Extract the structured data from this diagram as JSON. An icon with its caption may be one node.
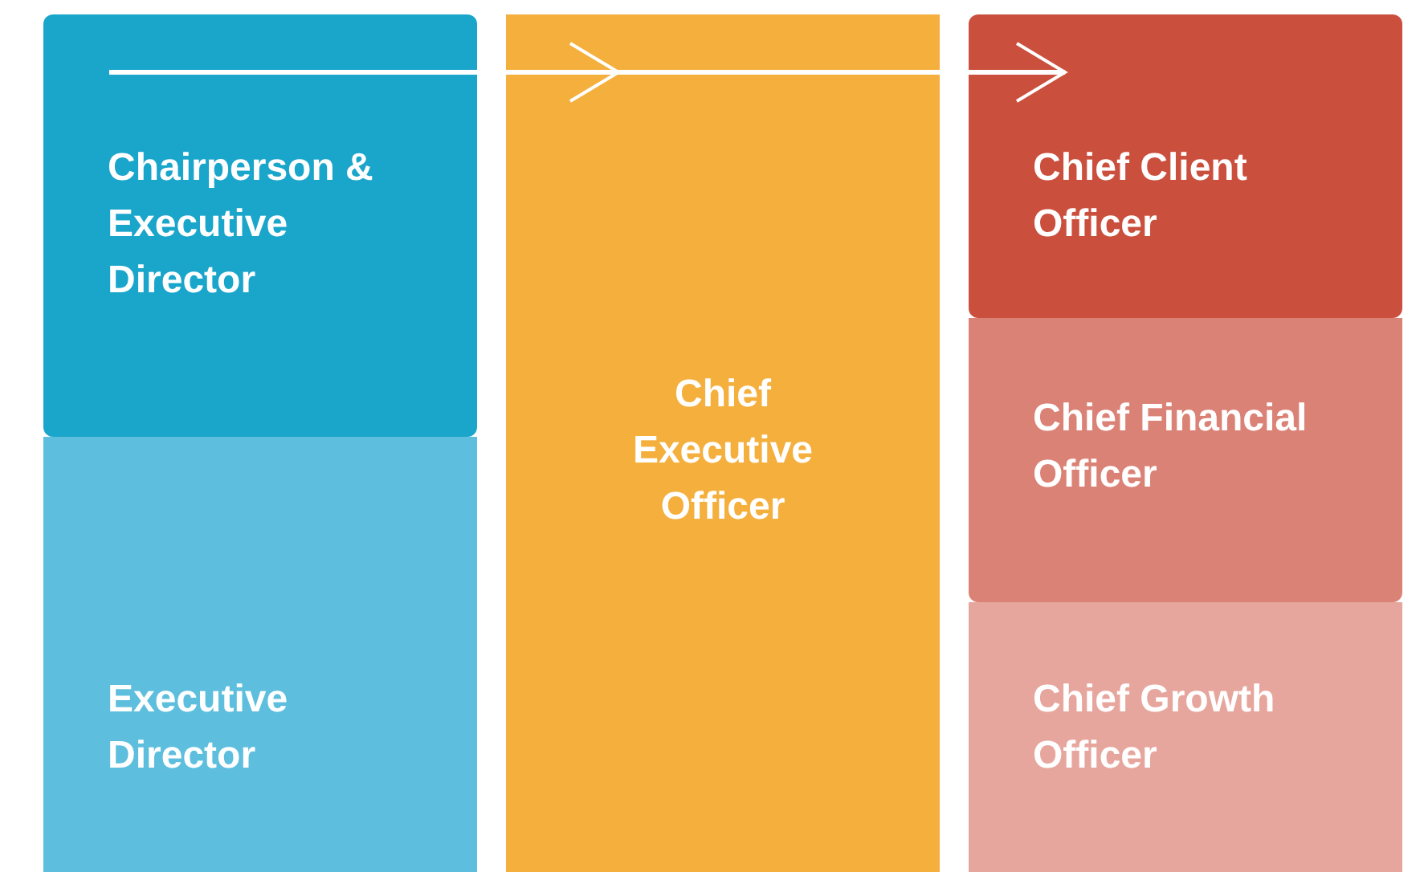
{
  "diagram": {
    "nodes": [
      {
        "text": [
          "Chairperson & Executive Director"
        ]
      },
      {
        "text": [
          "Executive Director"
        ]
      },
      {
        "text": [
          "Chief Executive Officer"
        ]
      },
      {
        "text": [
          "Chief Client Officer"
        ]
      },
      {
        "text": [
          "Chief Financial Officer"
        ]
      },
      {
        "text": [
          "Chief Growth Officer"
        ]
      }
    ],
    "edges": [
      {
        "from": 0,
        "to": 2,
        "arrow": "to",
        "color": "#ffffff"
      },
      {
        "from": 2,
        "to": 3,
        "arrow": "to",
        "color": "#ffffff"
      }
    ]
  }
}
